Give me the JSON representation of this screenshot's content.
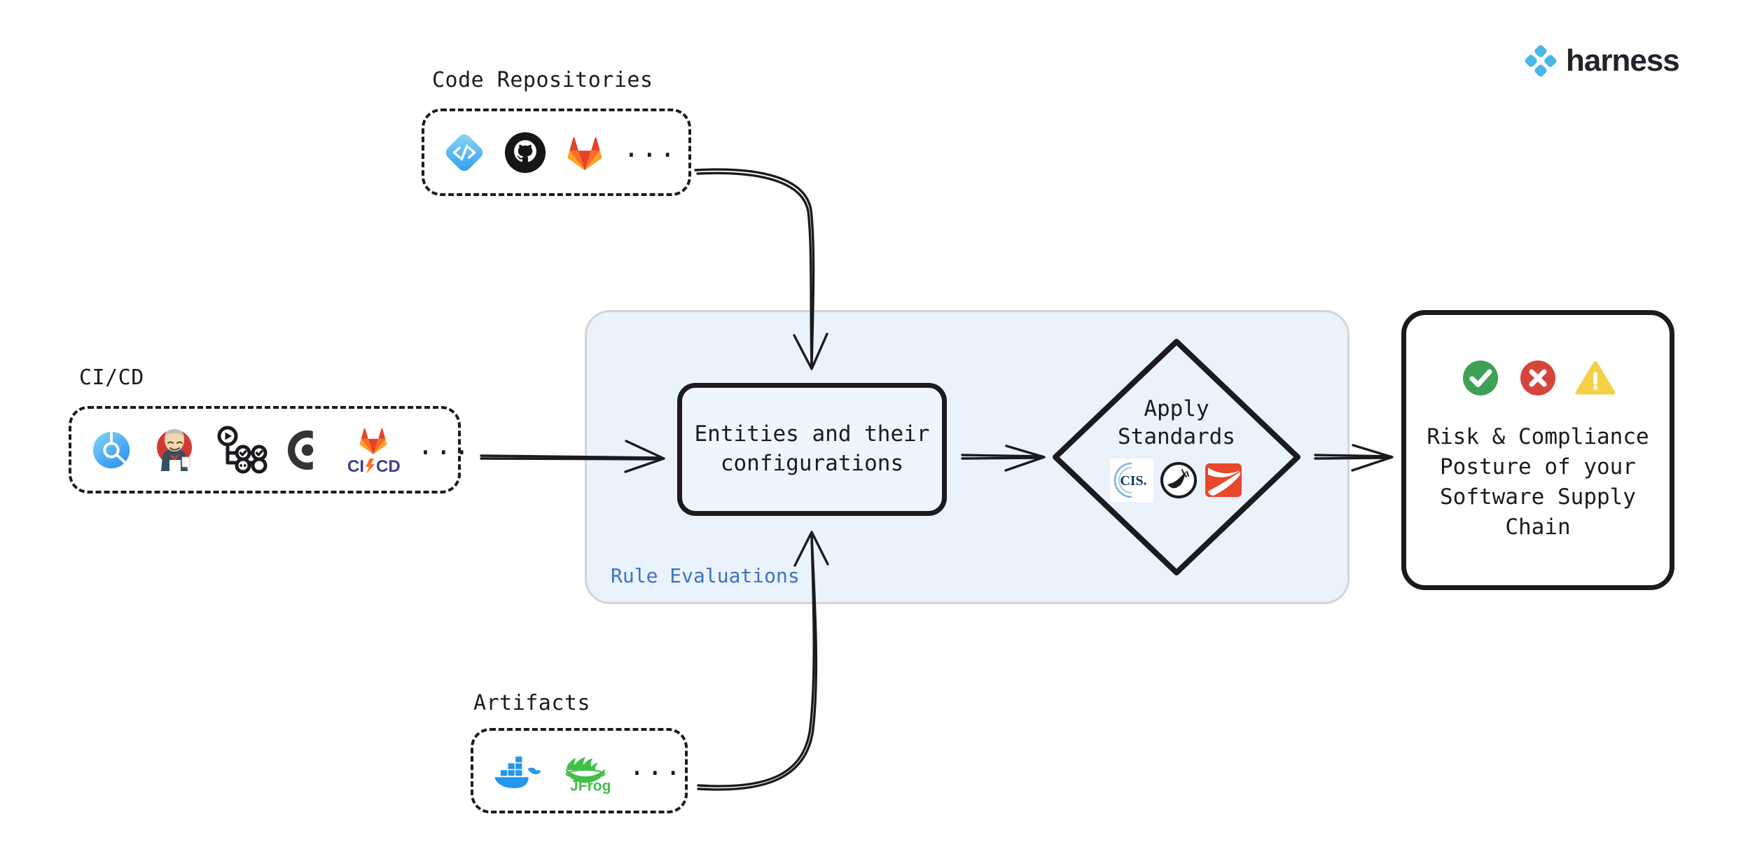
{
  "brand": {
    "name": "harness",
    "logo_icon": "harness-diamond-logo-icon",
    "logo_color": "#4AB5E8"
  },
  "sources": [
    {
      "id": "code-repositories",
      "title": "Code Repositories",
      "more_label": "...",
      "icons": [
        {
          "name": "harness-code-icon",
          "label": "Harness Code",
          "color": "#4AB5E8"
        },
        {
          "name": "github-icon",
          "label": "GitHub",
          "color": "#161614"
        },
        {
          "name": "gitlab-icon",
          "label": "GitLab",
          "color": "#E24329"
        }
      ]
    },
    {
      "id": "ci-cd",
      "title": "CI/CD",
      "more_label": "...",
      "icons": [
        {
          "name": "harness-ci-icon",
          "label": "Harness CI",
          "color": "#2C9EF1"
        },
        {
          "name": "jenkins-icon",
          "label": "Jenkins",
          "color": "#D33833"
        },
        {
          "name": "github-actions-icon",
          "label": "GitHub Actions",
          "color": "#1b1b1f"
        },
        {
          "name": "circleci-icon",
          "label": "CircleCI",
          "color": "#343434"
        },
        {
          "name": "gitlab-cicd-icon",
          "label": "GitLab CI/CD",
          "color": "#E24329"
        }
      ]
    },
    {
      "id": "artifacts",
      "title": "Artifacts",
      "more_label": "...",
      "icons": [
        {
          "name": "docker-icon",
          "label": "Docker",
          "color": "#2496ED"
        },
        {
          "name": "jfrog-icon",
          "label": "JFrog",
          "color": "#41BF47"
        }
      ]
    }
  ],
  "rule_panel": {
    "label": "Rule Evaluations",
    "label_color": "#3d73c4",
    "fill_color": "#eaf2fb",
    "border_color": "#d4d4d4"
  },
  "entities_node": {
    "label": "Entities and their\nconfigurations"
  },
  "standards_node": {
    "label": "Apply\nStandards",
    "icons": [
      {
        "name": "cis-benchmark-icon",
        "label": "CIS",
        "color": "#0E3A5C"
      },
      {
        "name": "slsa-icon",
        "label": "SLSA",
        "color": "#1b1b1f"
      },
      {
        "name": "owasp-scvs-icon",
        "label": "OWASP",
        "color": "#E8482B"
      }
    ]
  },
  "result_node": {
    "label": "Risk & Compliance\nPosture of your\nSoftware Supply\nChain",
    "status_icons": [
      {
        "name": "success-check-icon",
        "label": "Pass",
        "color": "#3EA055"
      },
      {
        "name": "error-cross-icon",
        "label": "Fail",
        "color": "#D4453C"
      },
      {
        "name": "warning-triangle-icon",
        "label": "Warning",
        "color": "#F7CF46"
      }
    ]
  },
  "connectors": [
    {
      "name": "code-repositories-to-entities-arrow",
      "from": "code-repositories",
      "to": "entities_node"
    },
    {
      "name": "cicd-to-entities-arrow",
      "from": "ci-cd",
      "to": "entities_node"
    },
    {
      "name": "artifacts-to-entities-arrow",
      "from": "artifacts",
      "to": "entities_node"
    },
    {
      "name": "entities-to-standards-arrow",
      "from": "entities_node",
      "to": "standards_node"
    },
    {
      "name": "standards-to-result-arrow",
      "from": "standards_node",
      "to": "result_node"
    }
  ]
}
